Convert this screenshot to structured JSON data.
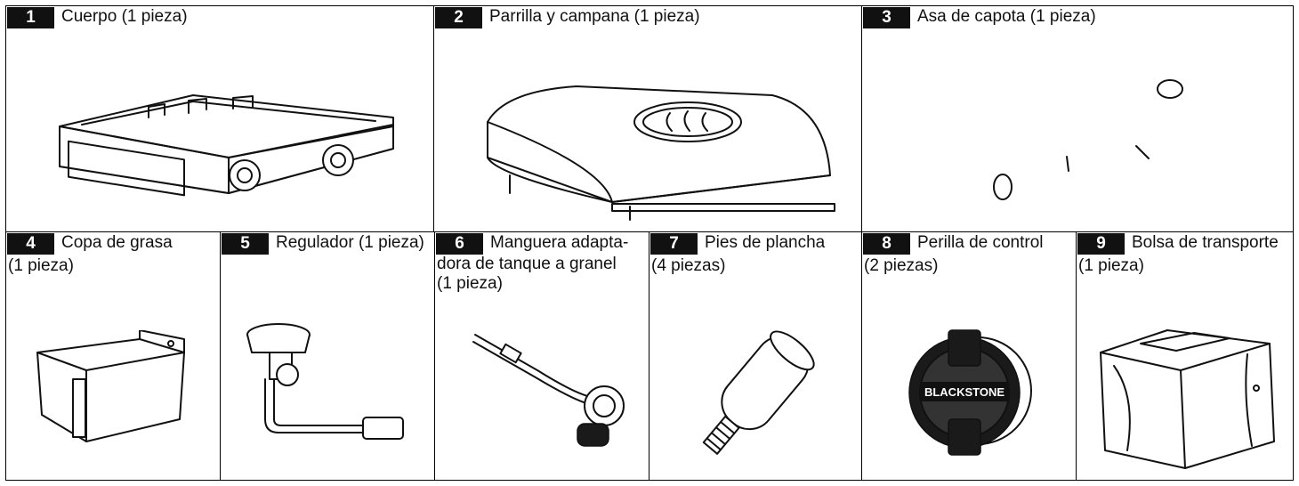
{
  "parts": [
    {
      "number": "1",
      "line1": "Cuerpo (1 pieza)",
      "line2": "",
      "line3": "",
      "icon": "griddle-body"
    },
    {
      "number": "2",
      "line1": "Parrilla y campana (1 pieza)",
      "line2": "",
      "line3": "",
      "icon": "griddle-hood"
    },
    {
      "number": "3",
      "line1": "Asa de capota (1 pieza)",
      "line2": "",
      "line3": "",
      "icon": "hood-handle"
    },
    {
      "number": "4",
      "line1": "Copa de grasa",
      "line2": "(1 pieza)",
      "line3": "",
      "icon": "grease-cup"
    },
    {
      "number": "5",
      "line1": "Regulador (1 pieza)",
      "line2": "",
      "line3": "",
      "icon": "regulator"
    },
    {
      "number": "6",
      "line1": "Manguera adapta-",
      "line2": "dora de tanque a granel",
      "line3": "(1 pieza)",
      "icon": "bulk-tank-adapter-hose"
    },
    {
      "number": "7",
      "line1": "Pies de plancha",
      "line2": "(4 piezas)",
      "line3": "",
      "icon": "griddle-foot"
    },
    {
      "number": "8",
      "line1": "Perilla de control",
      "line2": "(2 piezas)",
      "line3": "",
      "icon": "control-knob",
      "knob_text": "BLACKSTONE"
    },
    {
      "number": "9",
      "line1": "Bolsa de transporte",
      "line2": "(1 pieza)",
      "line3": "",
      "icon": "carry-bag"
    }
  ]
}
